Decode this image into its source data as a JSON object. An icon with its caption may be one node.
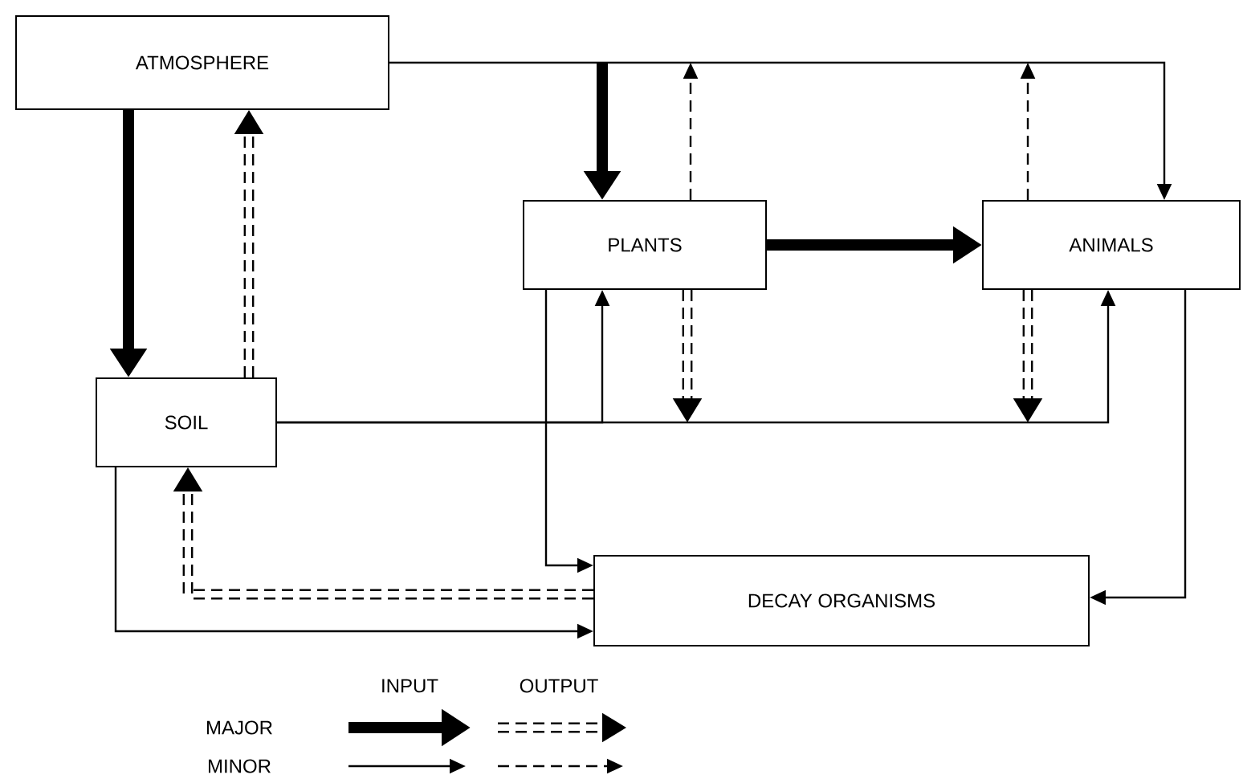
{
  "diagram": {
    "nodes": [
      {
        "text": [
          "ATMOSPHERE"
        ]
      },
      {
        "text": [
          "PLANTS"
        ]
      },
      {
        "text": [
          "ANIMALS"
        ]
      },
      {
        "text": [
          "SOIL"
        ]
      },
      {
        "text": [
          "DECAY ORGANISMS"
        ]
      }
    ],
    "edges": [
      {
        "from": 0,
        "to": 3,
        "arrow": "to",
        "style": "thick"
      },
      {
        "from": 3,
        "to": 0,
        "arrow": "to",
        "style": "dashed"
      },
      {
        "from": null,
        "to": 1,
        "arrow": "to",
        "style": "thick"
      },
      {
        "from": 0,
        "to": 2,
        "arrow": "to"
      },
      {
        "from": 1,
        "to": null,
        "arrow": "to",
        "style": "dashed"
      },
      {
        "from": 2,
        "to": null,
        "arrow": "to",
        "style": "dashed"
      },
      {
        "from": 1,
        "to": 2,
        "arrow": "to",
        "style": "thick"
      },
      {
        "from": 3,
        "to": 1,
        "arrow": "to"
      },
      {
        "from": 3,
        "to": 2,
        "arrow": "to"
      },
      {
        "from": 1,
        "to": null,
        "arrow": "to",
        "style": "dashed"
      },
      {
        "from": 2,
        "to": null,
        "arrow": "to",
        "style": "dashed"
      },
      {
        "from": 1,
        "to": 4,
        "arrow": "to"
      },
      {
        "from": 2,
        "to": 4,
        "arrow": "to"
      },
      {
        "from": 4,
        "to": 3,
        "arrow": "to",
        "style": "dashed"
      },
      {
        "from": 3,
        "to": 4,
        "arrow": "to"
      }
    ],
    "labels": [
      "INPUT",
      "OUTPUT",
      "MAJOR",
      "MINOR"
    ]
  }
}
